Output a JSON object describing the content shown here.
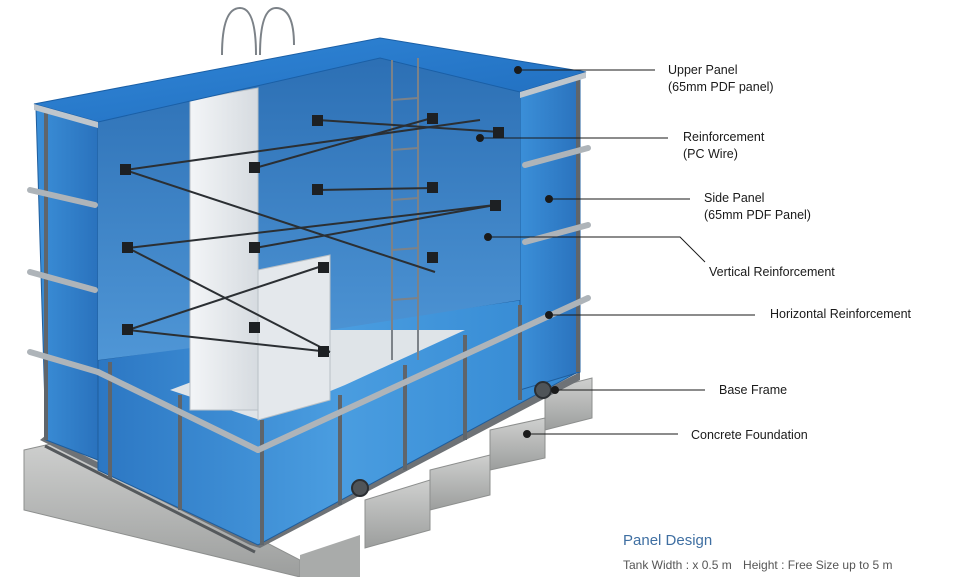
{
  "diagram": {
    "labels": [
      {
        "id": "upper-panel",
        "lines": [
          "Upper Panel",
          "(65mm PDF panel)"
        ]
      },
      {
        "id": "reinforcement",
        "lines": [
          "Reinforcement",
          "(PC Wire)"
        ]
      },
      {
        "id": "side-panel",
        "lines": [
          "Side Panel",
          "(65mm PDF Panel)"
        ]
      },
      {
        "id": "vertical-reinforcement",
        "lines": [
          "Vertical Reinforcement"
        ]
      },
      {
        "id": "horizontal-reinforcement",
        "lines": [
          "Horizontal Reinforcement"
        ]
      },
      {
        "id": "base-frame",
        "lines": [
          "Base Frame"
        ]
      },
      {
        "id": "concrete-foundation",
        "lines": [
          "Concrete Foundation"
        ]
      }
    ]
  },
  "panel_design": {
    "title": "Panel Design",
    "width_text": "Tank Width :  x 0.5 m",
    "height_text": "Height : Free Size up to 5 m"
  },
  "colors": {
    "panel_blue": "#3d8fd6",
    "panel_dark": "#2a6fb3",
    "top_blue": "#2f7fd0",
    "interior_white": "#e9edf1",
    "concrete": "#b9bbbb",
    "wire": "#2b2f33",
    "title_blue": "#3f6fa2"
  }
}
